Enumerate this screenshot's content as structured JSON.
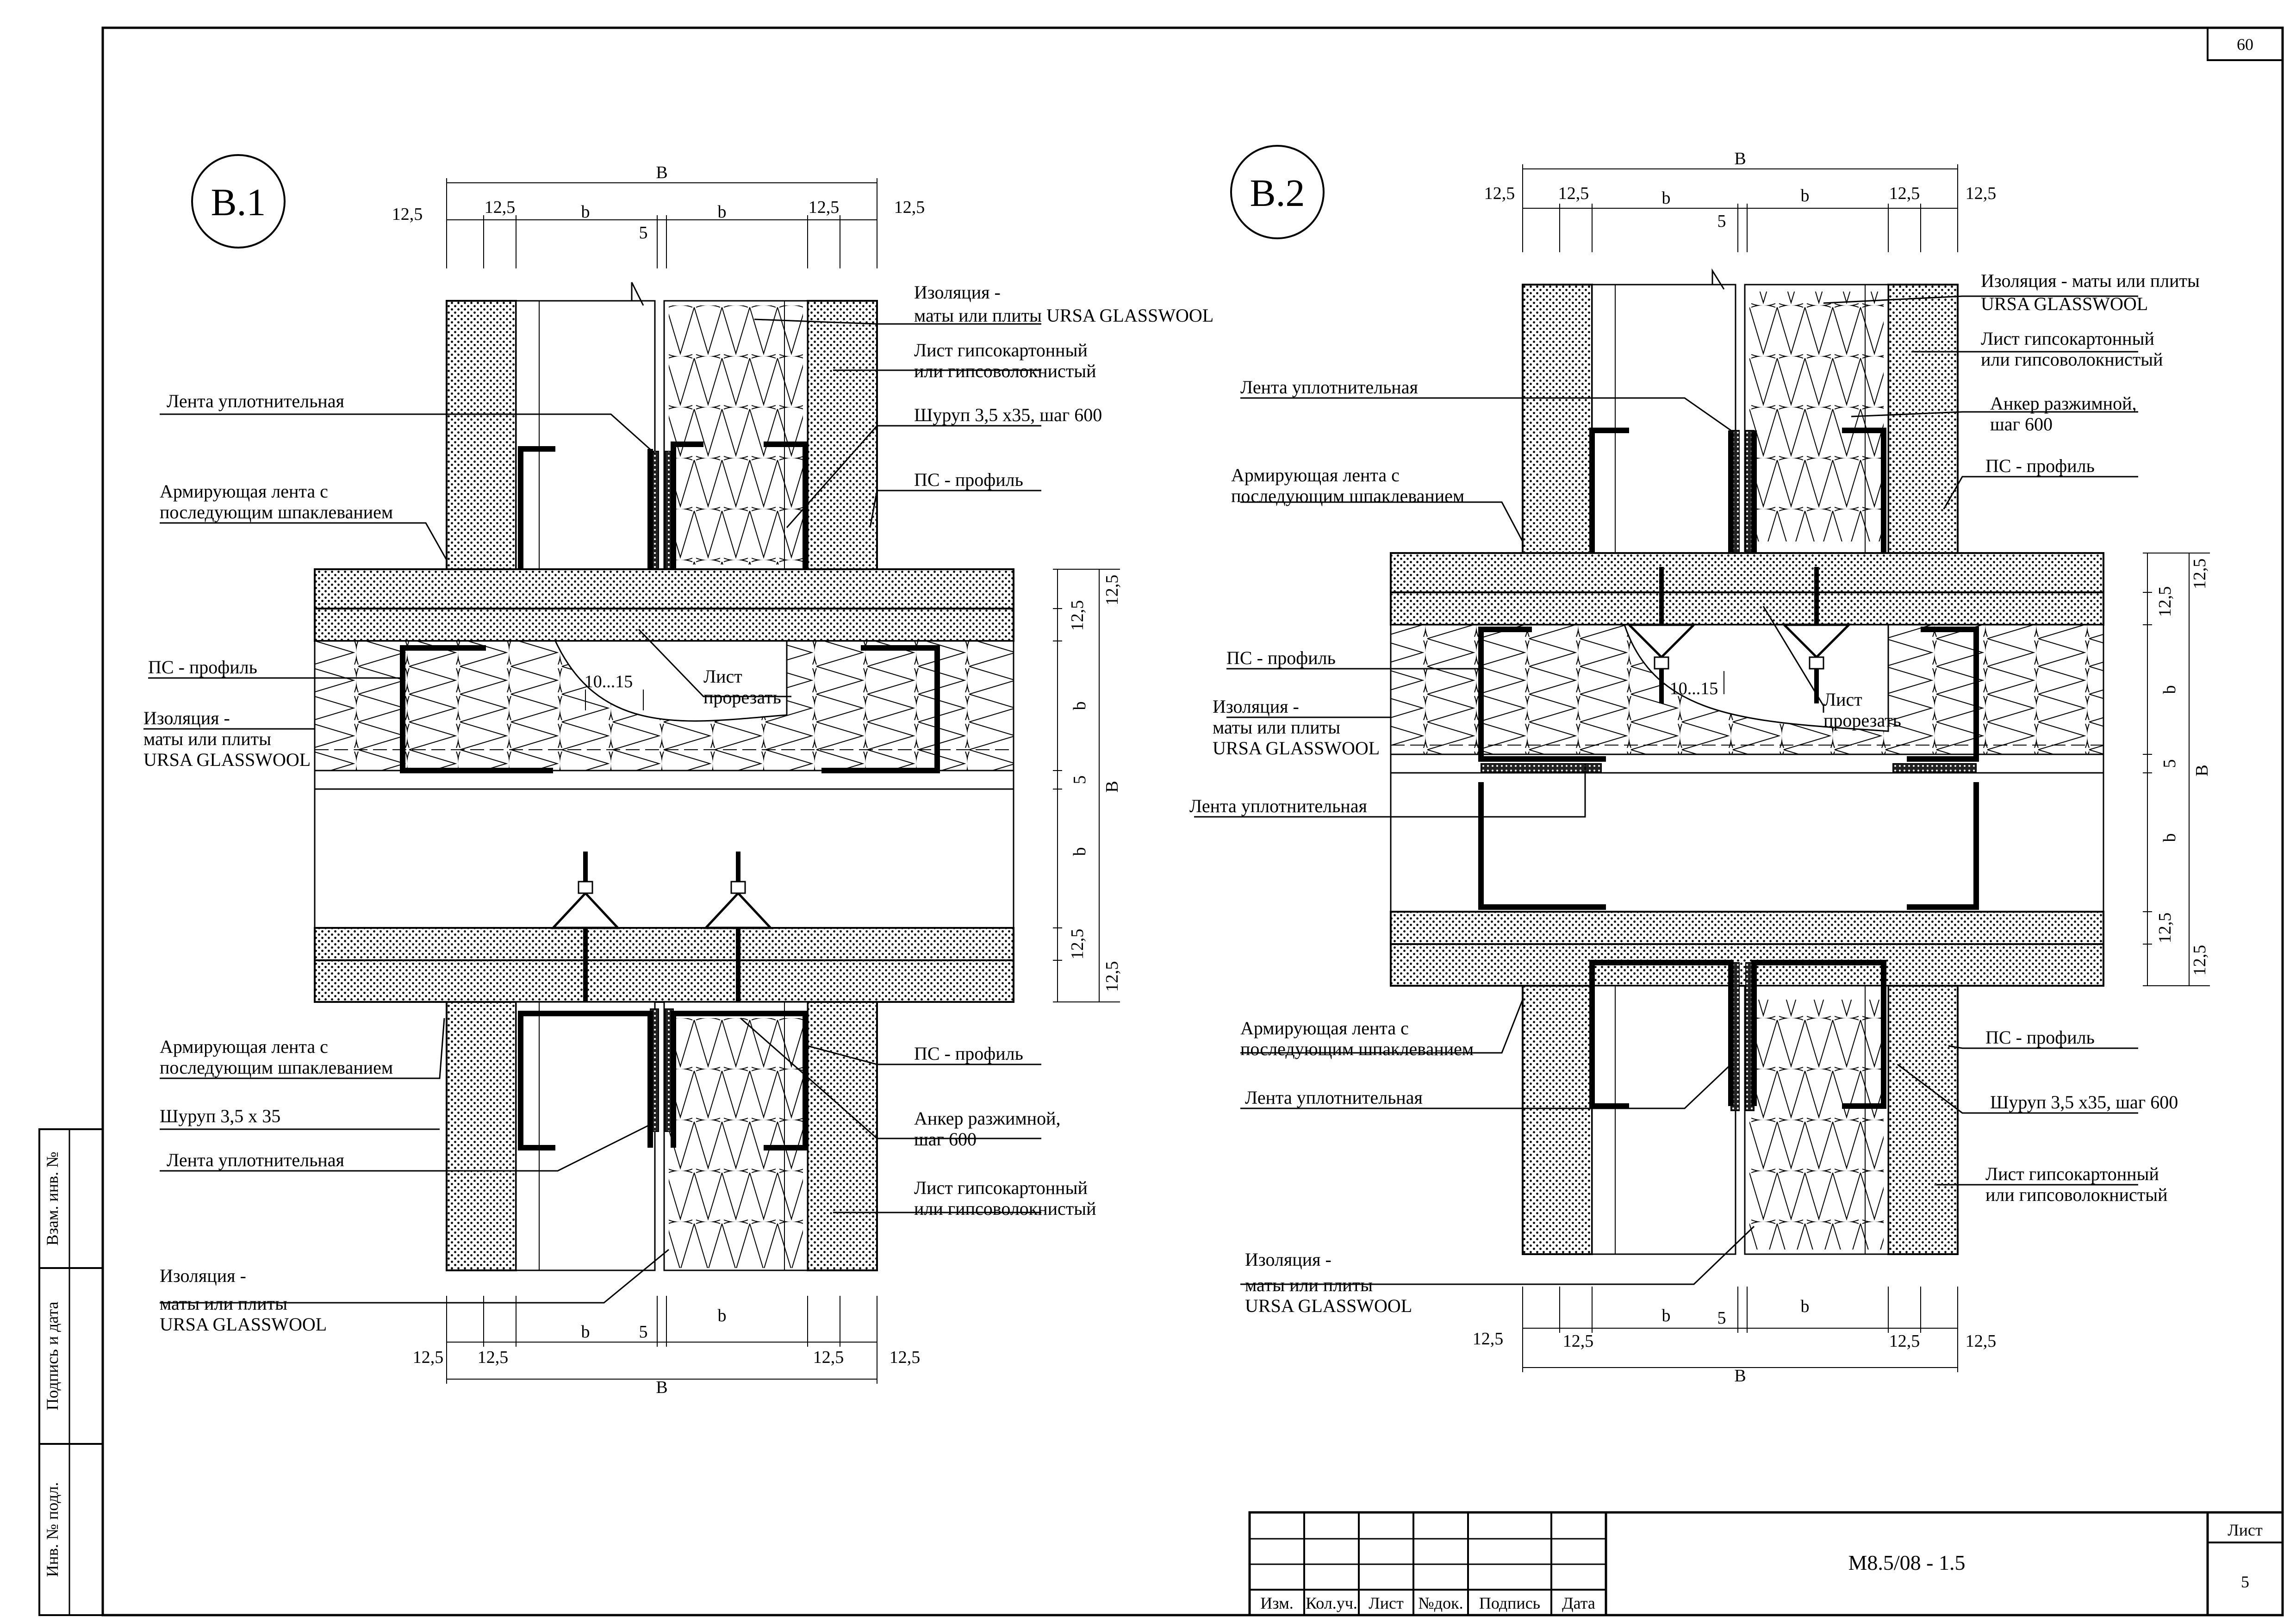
{
  "sheet_number": "60",
  "details": {
    "b1": {
      "title": "В.1",
      "dims_top": {
        "overall": "B",
        "edge_l": "12,5",
        "edge_r": "12,5",
        "inner_l": "12,5",
        "inner_r": "12,5",
        "b_l": "b",
        "b_r": "b",
        "gap": "5"
      },
      "dims_bottom": {
        "overall": "B",
        "edge_l": "12,5",
        "edge_r": "12,5",
        "inner_l": "12,5",
        "inner_r": "12,5",
        "b_l": "b",
        "b_r": "b",
        "gap": "5"
      },
      "dims_right": {
        "overall": "B",
        "top1": "12,5",
        "top2": "12,5",
        "b_top": "b",
        "gap": "5",
        "b_bottom": "b",
        "bot1": "12,5",
        "bot2": "12,5"
      },
      "gap_note": "10...15",
      "labels": {
        "insulation_top": [
          "Изоляция -",
          "маты или плиты  URSA GLASSWOOL"
        ],
        "gypsum_top": [
          "Лист гипсокартонный",
          "или гипсоволокнистый"
        ],
        "sealing_top": "Лента уплотнительная",
        "screw_top": "Шуруп 3,5 х35, шаг 600",
        "reinforce_top": [
          "Армирующая лента с",
          "последующим шпаклеванием"
        ],
        "ps_top": "ПС - профиль",
        "ps_left": "ПС - профиль",
        "insulation_left": [
          "Изоляция -",
          "маты или плиты",
          "URSA GLASSWOOL"
        ],
        "cut_sheet": [
          "Лист",
          "прорезать"
        ],
        "reinforce_bottom": [
          "Армирующая лента с",
          "последующим шпаклеванием"
        ],
        "screw_bottom": "Шуруп 3,5 х 35",
        "sealing_bottom": "Лента уплотнительная",
        "ps_bottom": "ПС - профиль",
        "anchor_bottom": [
          "Анкер разжимной,",
          "шаг 600"
        ],
        "gypsum_bottom": [
          "Лист гипсокартонный",
          "или гипсоволокнистый"
        ],
        "insulation_bottom": [
          "Изоляция -",
          "маты или плиты",
          "URSA GLASSWOOL"
        ]
      }
    },
    "b2": {
      "title": "В.2",
      "dims_top": {
        "overall": "B",
        "edge_l": "12,5",
        "edge_r": "12,5",
        "inner_l": "12,5",
        "inner_r": "12,5",
        "b_l": "b",
        "b_r": "b",
        "gap": "5"
      },
      "dims_bottom": {
        "overall": "B",
        "edge_l": "12,5",
        "edge_r": "12,5",
        "inner_l": "12,5",
        "inner_r": "12,5",
        "b_l": "b",
        "b_r": "b",
        "gap": "5"
      },
      "dims_right": {
        "overall": "B",
        "top1": "12,5",
        "top2": "12,5",
        "b_top": "b",
        "gap": "5",
        "b_bottom": "b",
        "bot1": "12,5",
        "bot2": "12,5"
      },
      "gap_note": "10...15",
      "labels": {
        "insulation_top": [
          "Изоляция - маты или плиты",
          "URSA GLASSWOOL"
        ],
        "gypsum_top": [
          "Лист гипсокартонный",
          "или гипсоволокнистый"
        ],
        "anchor_top": [
          "Анкер разжимной,",
          "шаг 600"
        ],
        "ps_top": "ПС - профиль",
        "sealing_top": "Лента уплотнительная",
        "reinforce_top": [
          "Армирующая лента с",
          "последующим шпаклеванием"
        ],
        "ps_left": "ПС - профиль",
        "insulation_left": [
          "Изоляция -",
          "маты или плиты",
          "URSA GLASSWOOL"
        ],
        "sealing_mid": "Лента уплотнительная",
        "cut_sheet": [
          "Лист",
          "прорезать"
        ],
        "reinforce_bottom": [
          "Армирующая лента с",
          "последующим шпаклеванием"
        ],
        "sealing_bottom": "Лента уплотнительная",
        "ps_bottom": "ПС - профиль",
        "screw_bottom": "Шуруп 3,5 х35, шаг 600",
        "gypsum_bottom": [
          "Лист гипсокартонный",
          "или гипсоволокнистый"
        ],
        "insulation_bottom": [
          "Изоляция -",
          "маты или плиты",
          "URSA GLASSWOOL"
        ]
      }
    }
  },
  "side_stamp": {
    "cells": [
      "Взам. инв. №",
      "Подпись и дата",
      "Инв. № подл."
    ]
  },
  "title_block": {
    "columns": [
      "Изм.",
      "Кол.уч.",
      "Лист",
      "№док.",
      "Подпись",
      "Дата"
    ],
    "document_code": "М8.5/08 - 1.5",
    "sheet_label": "Лист",
    "sheet_value": "5"
  }
}
